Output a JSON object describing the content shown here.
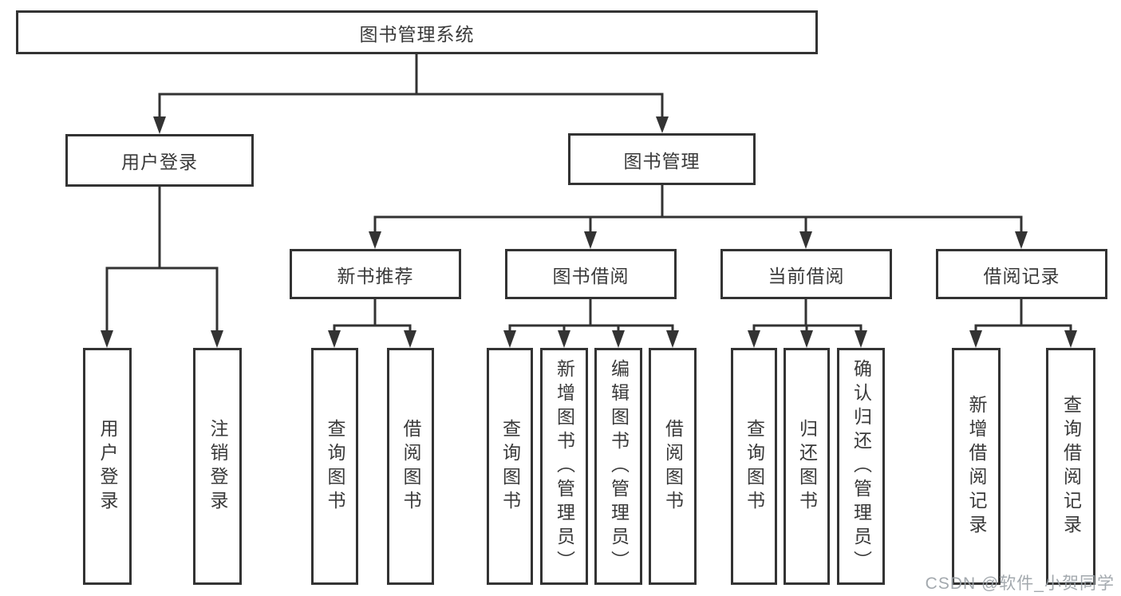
{
  "diagram": {
    "title": "图书管理系统",
    "root": {
      "label": "图书管理系统"
    },
    "level2": [
      {
        "label": "用户登录"
      },
      {
        "label": "图书管理"
      }
    ],
    "level3": [
      {
        "label": "新书推荐",
        "parent": "图书管理"
      },
      {
        "label": "图书借阅",
        "parent": "图书管理"
      },
      {
        "label": "当前借阅",
        "parent": "图书管理"
      },
      {
        "label": "借阅记录",
        "parent": "图书管理"
      }
    ],
    "leaves": [
      {
        "label": "用户登录",
        "parent": "用户登录"
      },
      {
        "label": "注销登录",
        "parent": "用户登录"
      },
      {
        "label": "查询图书",
        "parent": "新书推荐"
      },
      {
        "label": "借阅图书",
        "parent": "新书推荐"
      },
      {
        "label": "查询图书",
        "parent": "图书借阅"
      },
      {
        "label": "新增图书（管理员）",
        "parent": "图书借阅"
      },
      {
        "label": "编辑图书（管理员）",
        "parent": "图书借阅"
      },
      {
        "label": "借阅图书",
        "parent": "图书借阅"
      },
      {
        "label": "查询图书",
        "parent": "当前借阅"
      },
      {
        "label": "归还图书",
        "parent": "当前借阅"
      },
      {
        "label": "确认归还（管理员）",
        "parent": "当前借阅"
      },
      {
        "label": "新增借阅记录",
        "parent": "借阅记录"
      },
      {
        "label": "查询借阅记录",
        "parent": "借阅记录"
      }
    ]
  },
  "watermark": "CSDN @软件_小贺同学",
  "colors": {
    "line": "#333333",
    "border": "#333333",
    "text": "#3a3a3a",
    "background": "#ffffff",
    "watermark": "#9aa0a6"
  }
}
